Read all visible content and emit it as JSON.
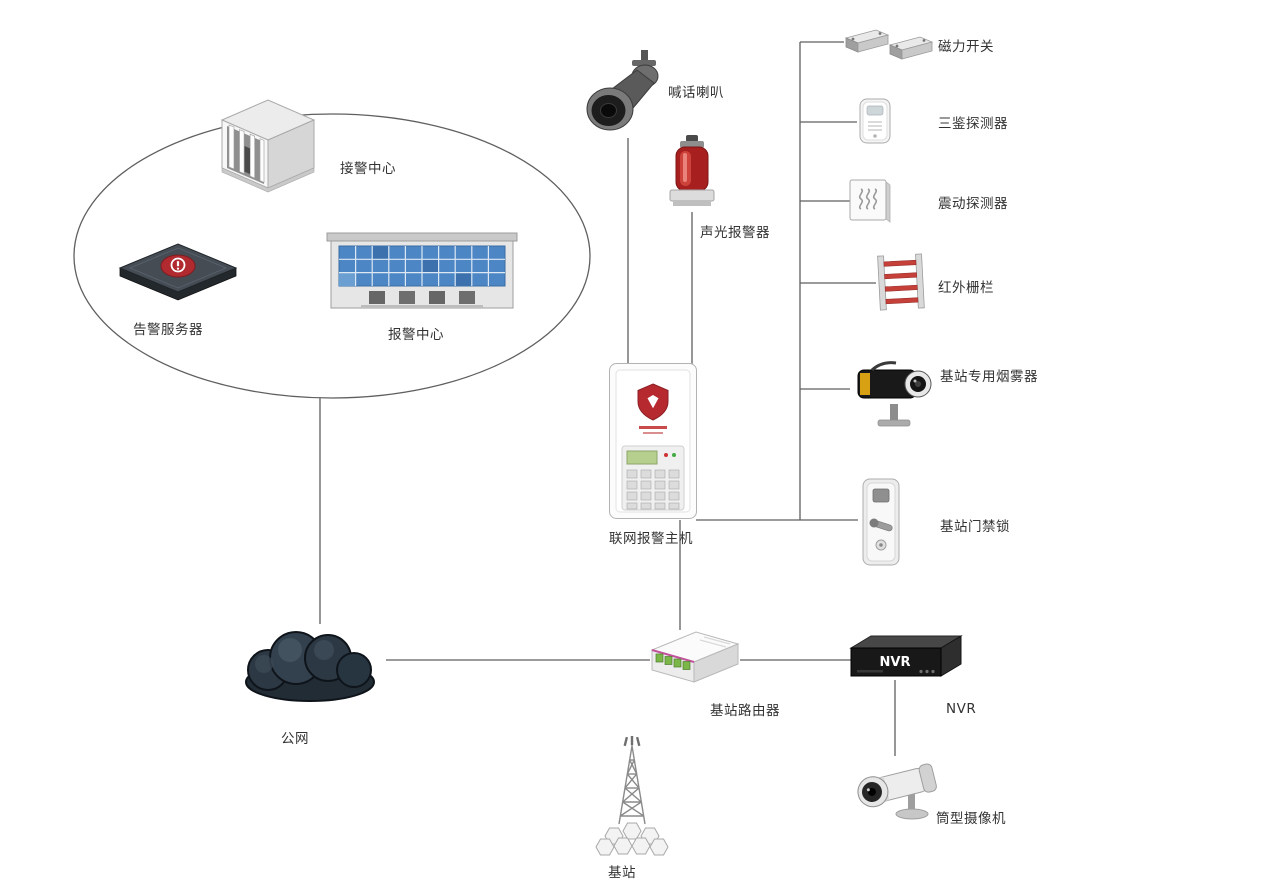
{
  "diagram": {
    "type": "security-system-topology",
    "colors": {
      "line_gray": "#6b6b6b",
      "alert_red": "#b5292f",
      "beam_red": "#c6403a",
      "window_blue": "#4d86c4",
      "port_green": "#7ab648",
      "cloud_dark": "#2c3944"
    },
    "nodes": {
      "receiving_center": {
        "label": "接警中心",
        "icon": "bank-building-icon"
      },
      "alarm_server": {
        "label": "告警服务器",
        "icon": "server-appliance-icon"
      },
      "alarm_center": {
        "label": "报警中心",
        "icon": "monitor-wall-building-icon"
      },
      "public_network": {
        "label": "公网",
        "icon": "cloud-icon"
      },
      "horn_speaker": {
        "label": "喊话喇叭",
        "icon": "horn-speaker-icon"
      },
      "sound_light_alarm": {
        "label": "声光报警器",
        "icon": "siren-icon"
      },
      "alarm_host": {
        "label": "联网报警主机",
        "icon": "alarm-panel-icon"
      },
      "magnetic_switch": {
        "label": "磁力开关",
        "icon": "magnetic-switch-icon"
      },
      "triple_detector": {
        "label": "三鉴探测器",
        "icon": "wall-detector-icon"
      },
      "vibration_detector": {
        "label": "震动探测器",
        "icon": "vibration-sensor-icon"
      },
      "infrared_fence": {
        "label": "红外栅栏",
        "icon": "infrared-fence-icon"
      },
      "smoke_detector": {
        "label": "基站专用烟雾器",
        "icon": "smoke-camera-icon"
      },
      "access_lock": {
        "label": "基站门禁锁",
        "icon": "door-lock-icon"
      },
      "router": {
        "label": "基站路由器",
        "icon": "router-icon"
      },
      "nvr": {
        "label": "NVR",
        "face_label": "NVR",
        "icon": "nvr-box-icon"
      },
      "bullet_camera": {
        "label": "筒型摄像机",
        "icon": "bullet-camera-icon"
      },
      "base_station": {
        "label": "基站",
        "icon": "cell-tower-icon"
      }
    }
  }
}
